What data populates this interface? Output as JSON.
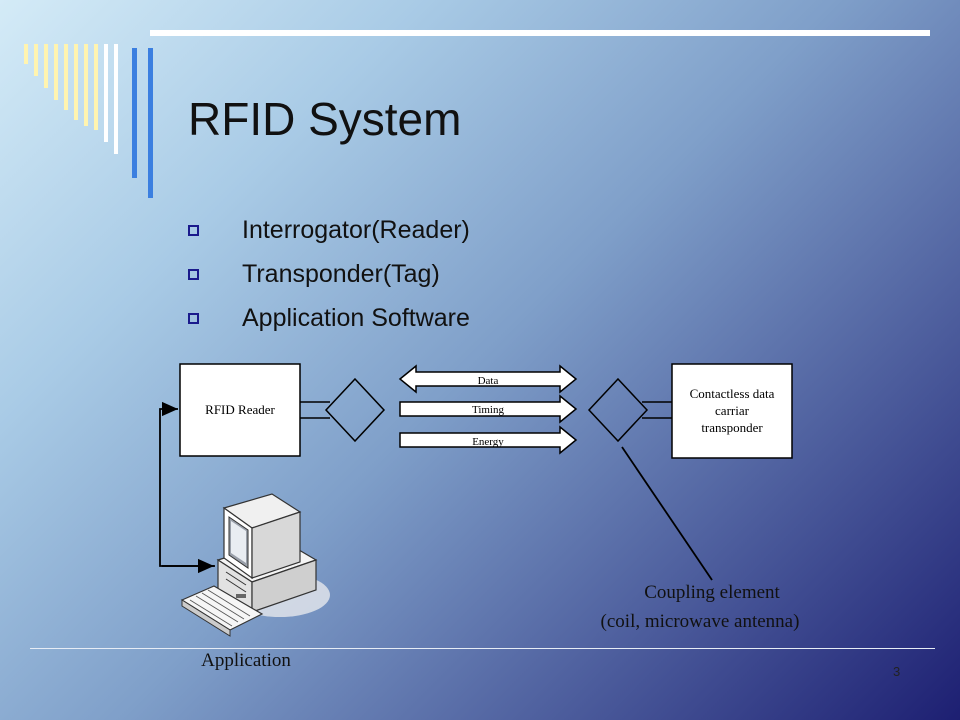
{
  "slide": {
    "title": "RFID System",
    "bullets": [
      "Interrogator(Reader)",
      "Transponder(Tag)",
      "Application Software"
    ],
    "page_number": "3"
  },
  "diagram": {
    "reader_label": "RFID Reader",
    "transponder_lines": [
      "Contactless data",
      "carriar",
      "transponder"
    ],
    "arrows": [
      "Data",
      "Timing",
      "Energy"
    ],
    "coupling_lines": [
      "Coupling element",
      "(coil, microwave antenna)"
    ],
    "application_label": "Application"
  },
  "colors": {
    "bullet": "#1a1a8c",
    "accent_bars_yellow": "#fff4b0",
    "accent_bars_blue": "#3b7fe0"
  }
}
